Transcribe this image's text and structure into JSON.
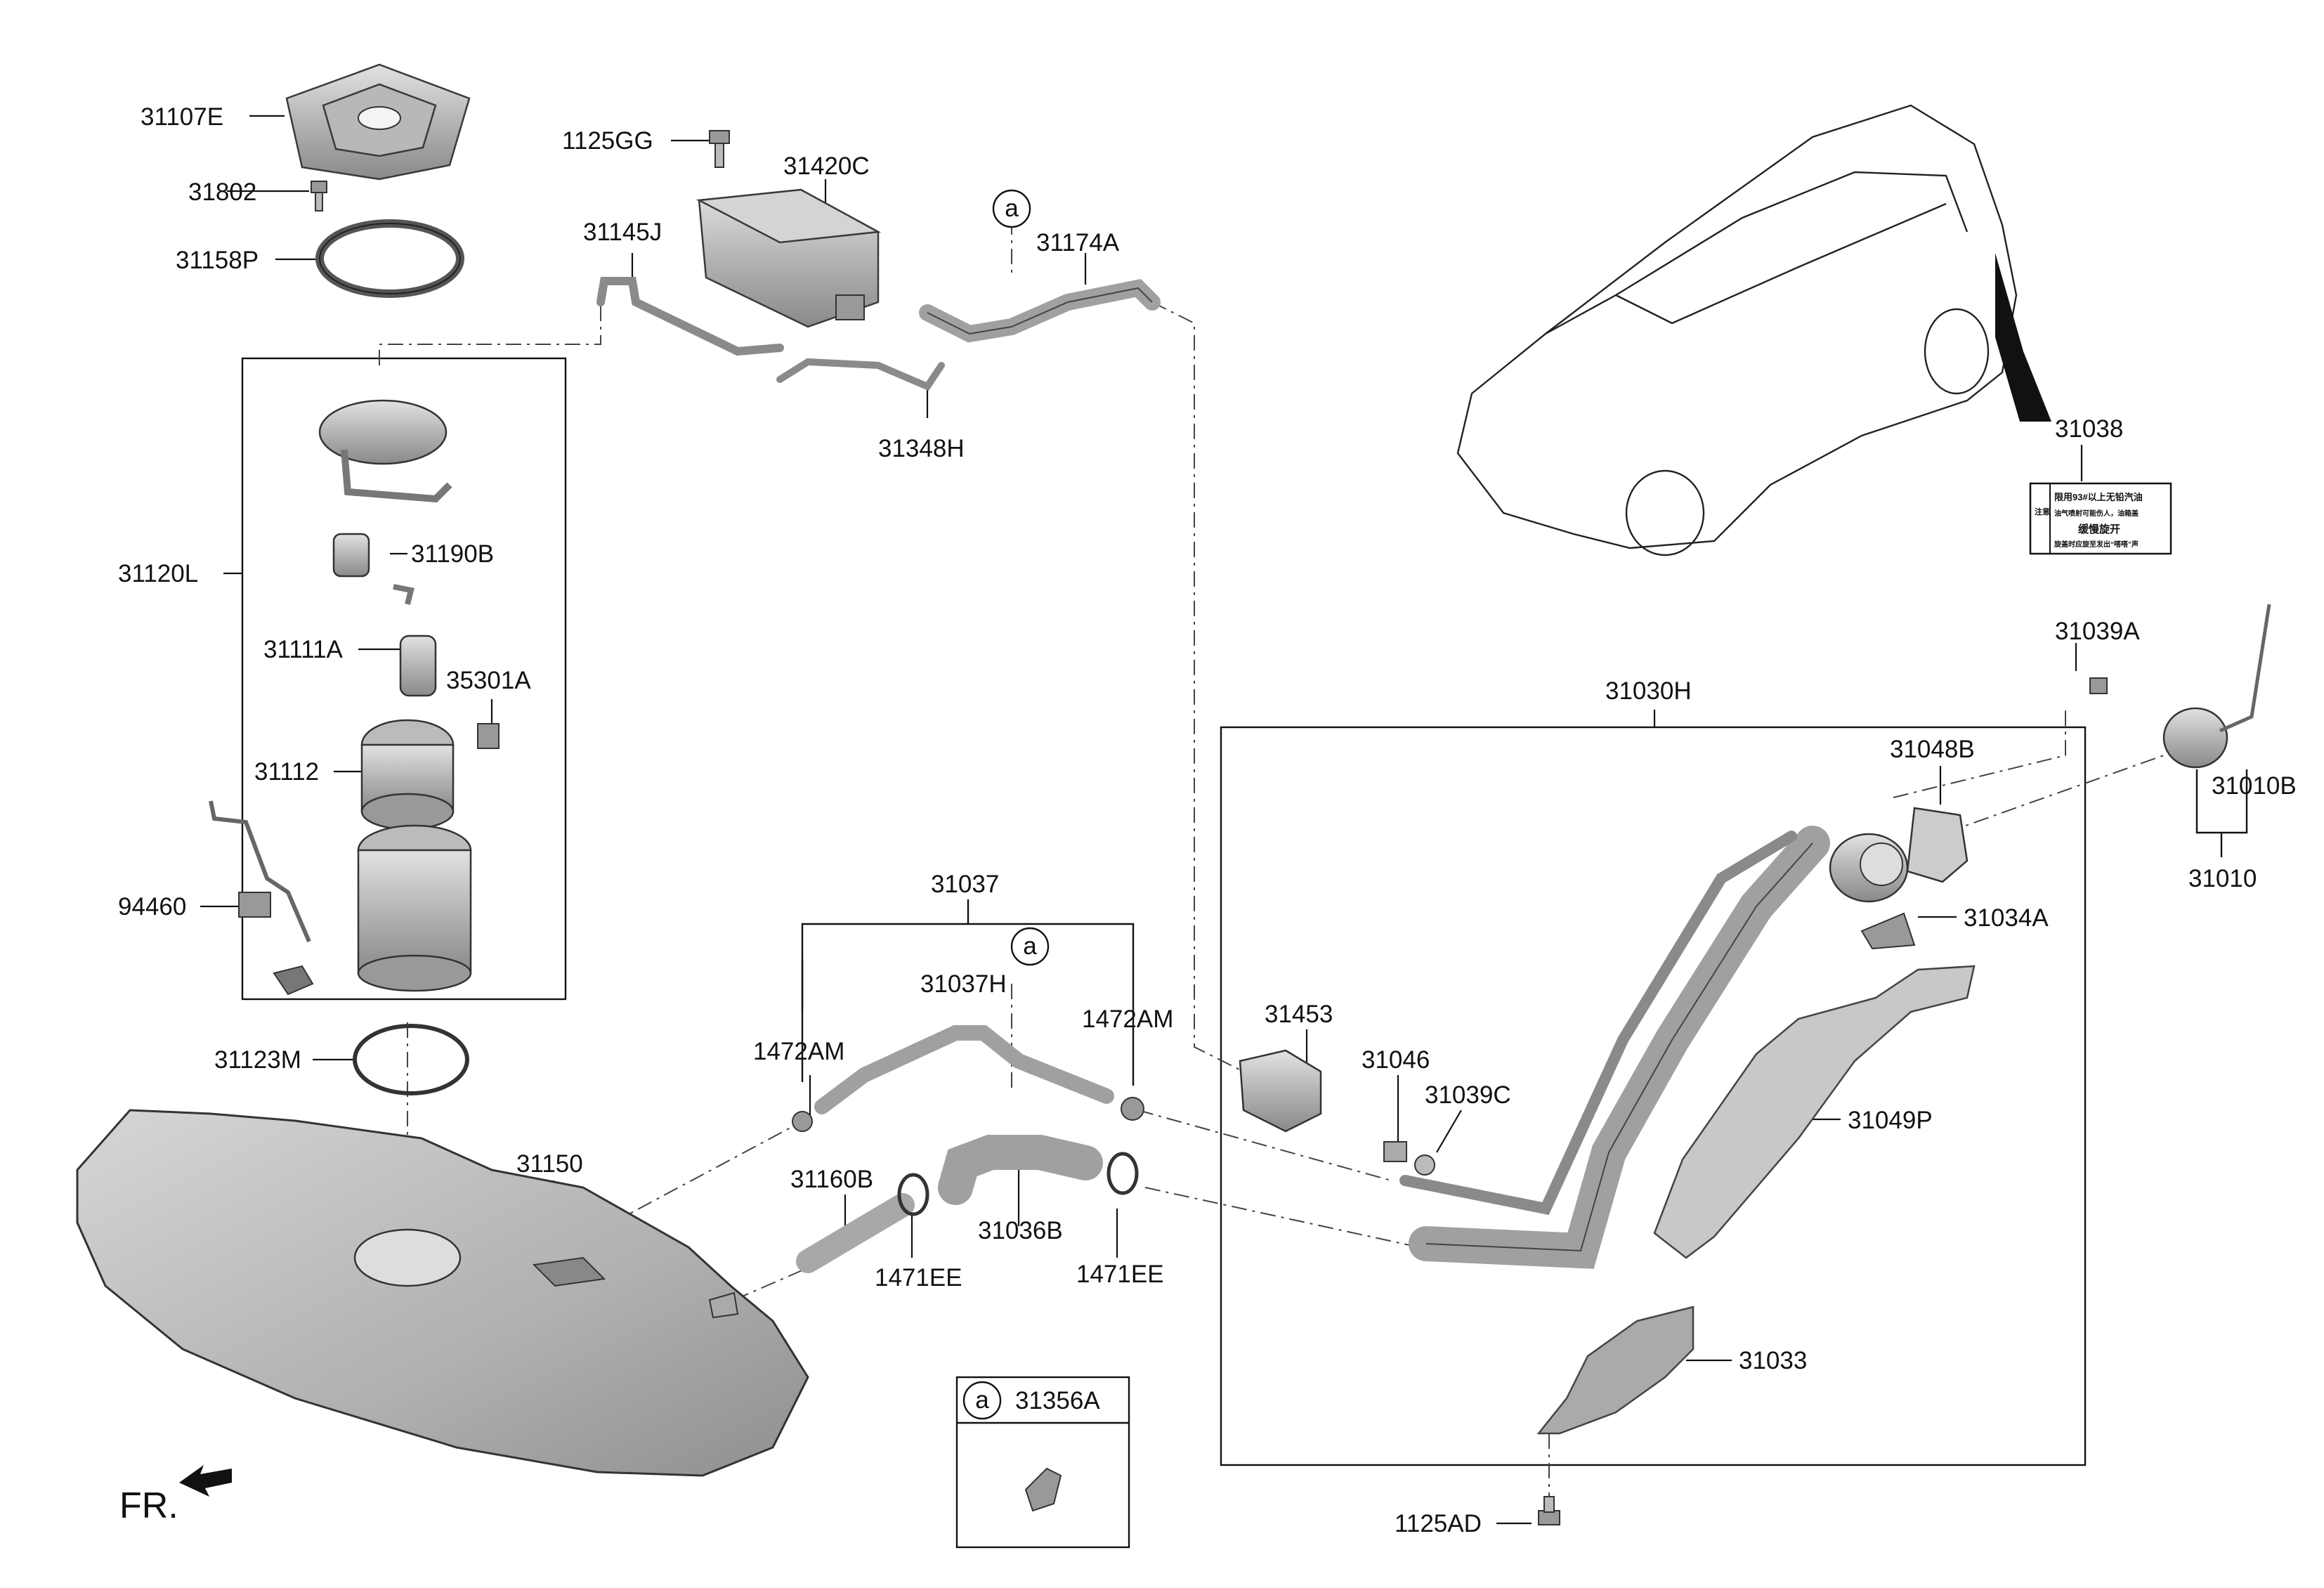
{
  "labels": {
    "p31107E": "31107E",
    "p31802": "31802",
    "p31158P": "31158P",
    "p1125GG": "1125GG",
    "p31420C": "31420C",
    "p31145J": "31145J",
    "p31174A": "31174A",
    "p31348H": "31348H",
    "p31120L": "31120L",
    "p31190B": "31190B",
    "p31111A": "31111A",
    "p35301A": "35301A",
    "p31112": "31112",
    "p94460": "94460",
    "p31123M": "31123M",
    "p31150": "31150",
    "p31037": "31037",
    "p31037H": "31037H",
    "p1472AM_left": "1472AM",
    "p1472AM_right": "1472AM",
    "p31160B": "31160B",
    "p31036B": "31036B",
    "p1471EE_left": "1471EE",
    "p1471EE_right": "1471EE",
    "p31356A": "31356A",
    "p31453": "31453",
    "p31046": "31046",
    "p31039C": "31039C",
    "p31030H": "31030H",
    "p31048B": "31048B",
    "p31034A": "31034A",
    "p31049P": "31049P",
    "p31033": "31033",
    "p1125AD": "1125AD",
    "p31039A": "31039A",
    "p31010B": "31010B",
    "p31010": "31010",
    "p31038": "31038"
  },
  "callouts": {
    "a_top": "a",
    "a_mid": "a",
    "a_legend": "a"
  },
  "fr_label": "FR.",
  "fuel_label": {
    "line1": "限用93#以上无铅汽油",
    "line2": "油气喷射可能伤人，油箱盖",
    "line3": "缓慢旋开",
    "line4": "旋盖时应旋至发出“嗒嗒”声",
    "side": "注意"
  },
  "colors": {
    "line": "#111111",
    "part_fill": "#c8c8c8",
    "part_dark": "#9a9a9a"
  }
}
